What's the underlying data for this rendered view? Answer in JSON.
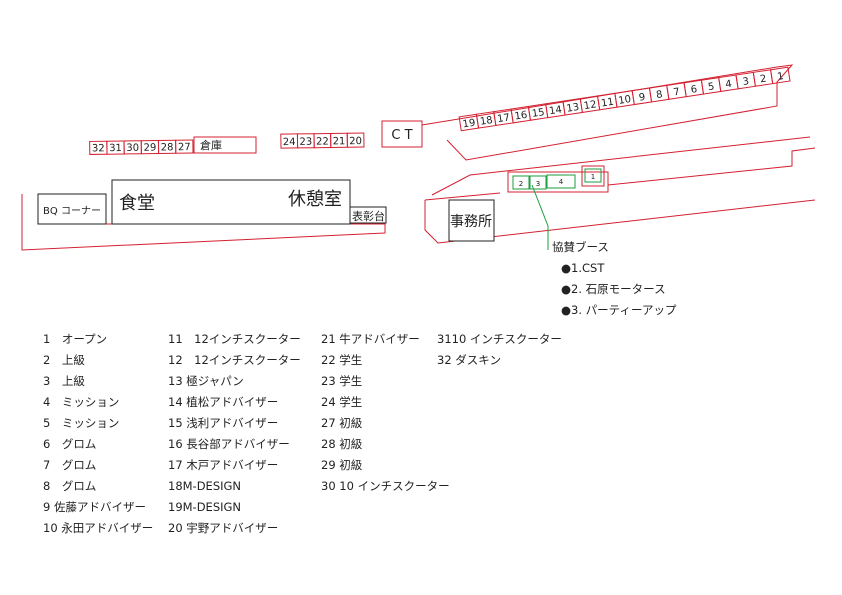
{
  "map": {
    "upper_row_right": [
      "1",
      "2",
      "3",
      "4",
      "5",
      "6",
      "7",
      "8",
      "9",
      "10",
      "11",
      "12",
      "13",
      "14",
      "15",
      "16",
      "17",
      "18",
      "19"
    ],
    "ct_label": "C T",
    "upper_row_left": [
      "20",
      "21",
      "22",
      "23",
      "24"
    ],
    "storage_label": "倉庫",
    "lower_row_left": [
      "27",
      "28",
      "29",
      "30",
      "31",
      "32"
    ],
    "bq_label": "BQ コーナー",
    "cafeteria_label": "食堂",
    "lounge_label": "休憩室",
    "award_stand_label": "表彰台",
    "office_label": "事務所",
    "booths": [
      "1",
      "2",
      "3",
      "4"
    ],
    "colors": {
      "layout": "#d42030",
      "booth": "#1e9e3e",
      "ink": "#222222"
    }
  },
  "sponsor": {
    "title": "協賛ブース",
    "items": [
      "●1.CST",
      "●2. 石原モータース",
      "●3. パーティーアップ"
    ]
  },
  "legend": {
    "col1": [
      "1　オープン",
      "2　上級",
      "3　上級",
      "4　ミッション",
      "5　ミッション",
      "6　グロム",
      "7　グロム",
      "8　グロム",
      "9 佐藤アドバイザー",
      "10 永田アドバイザー"
    ],
    "col2": [
      "11　12インチスクーター",
      "12　12インチスクーター",
      "13 極ジャパン",
      "14 植松アドバイザー",
      "15 浅利アドバイザー",
      "16 長谷部アドバイザー",
      "17 木戸アドバイザー",
      "18M-DESIGN",
      "19M-DESIGN",
      "20 宇野アドバイザー"
    ],
    "col3": [
      "21 牛アドバイザー",
      "22 学生",
      "23 学生",
      "24 学生",
      "27 初級",
      "28 初級",
      "29 初級",
      "30 10 インチスクーター"
    ],
    "col4": [
      "3110 インチスクーター",
      "32 ダスキン"
    ]
  }
}
